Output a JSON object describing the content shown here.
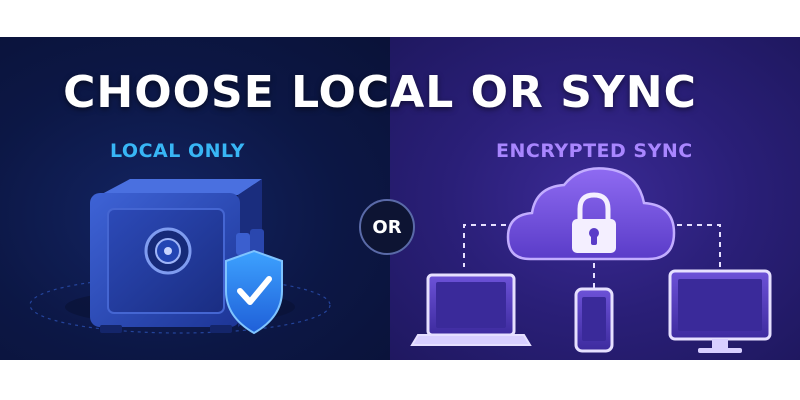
{
  "banner": {
    "title": "CHOOSE LOCAL OR SYNC",
    "local_label": "LOCAL ONLY",
    "sync_label": "ENCRYPTED SYNC",
    "or_label": "OR"
  },
  "colors": {
    "local_accent": "#38b6f5",
    "sync_accent": "#a986ff",
    "left_background": "#0c1745",
    "right_background": "#2a1f78"
  },
  "icons": {
    "local": [
      "safe-icon",
      "shield-check-icon"
    ],
    "sync": [
      "cloud-icon",
      "padlock-icon",
      "laptop-icon",
      "phone-icon",
      "monitor-icon"
    ]
  }
}
